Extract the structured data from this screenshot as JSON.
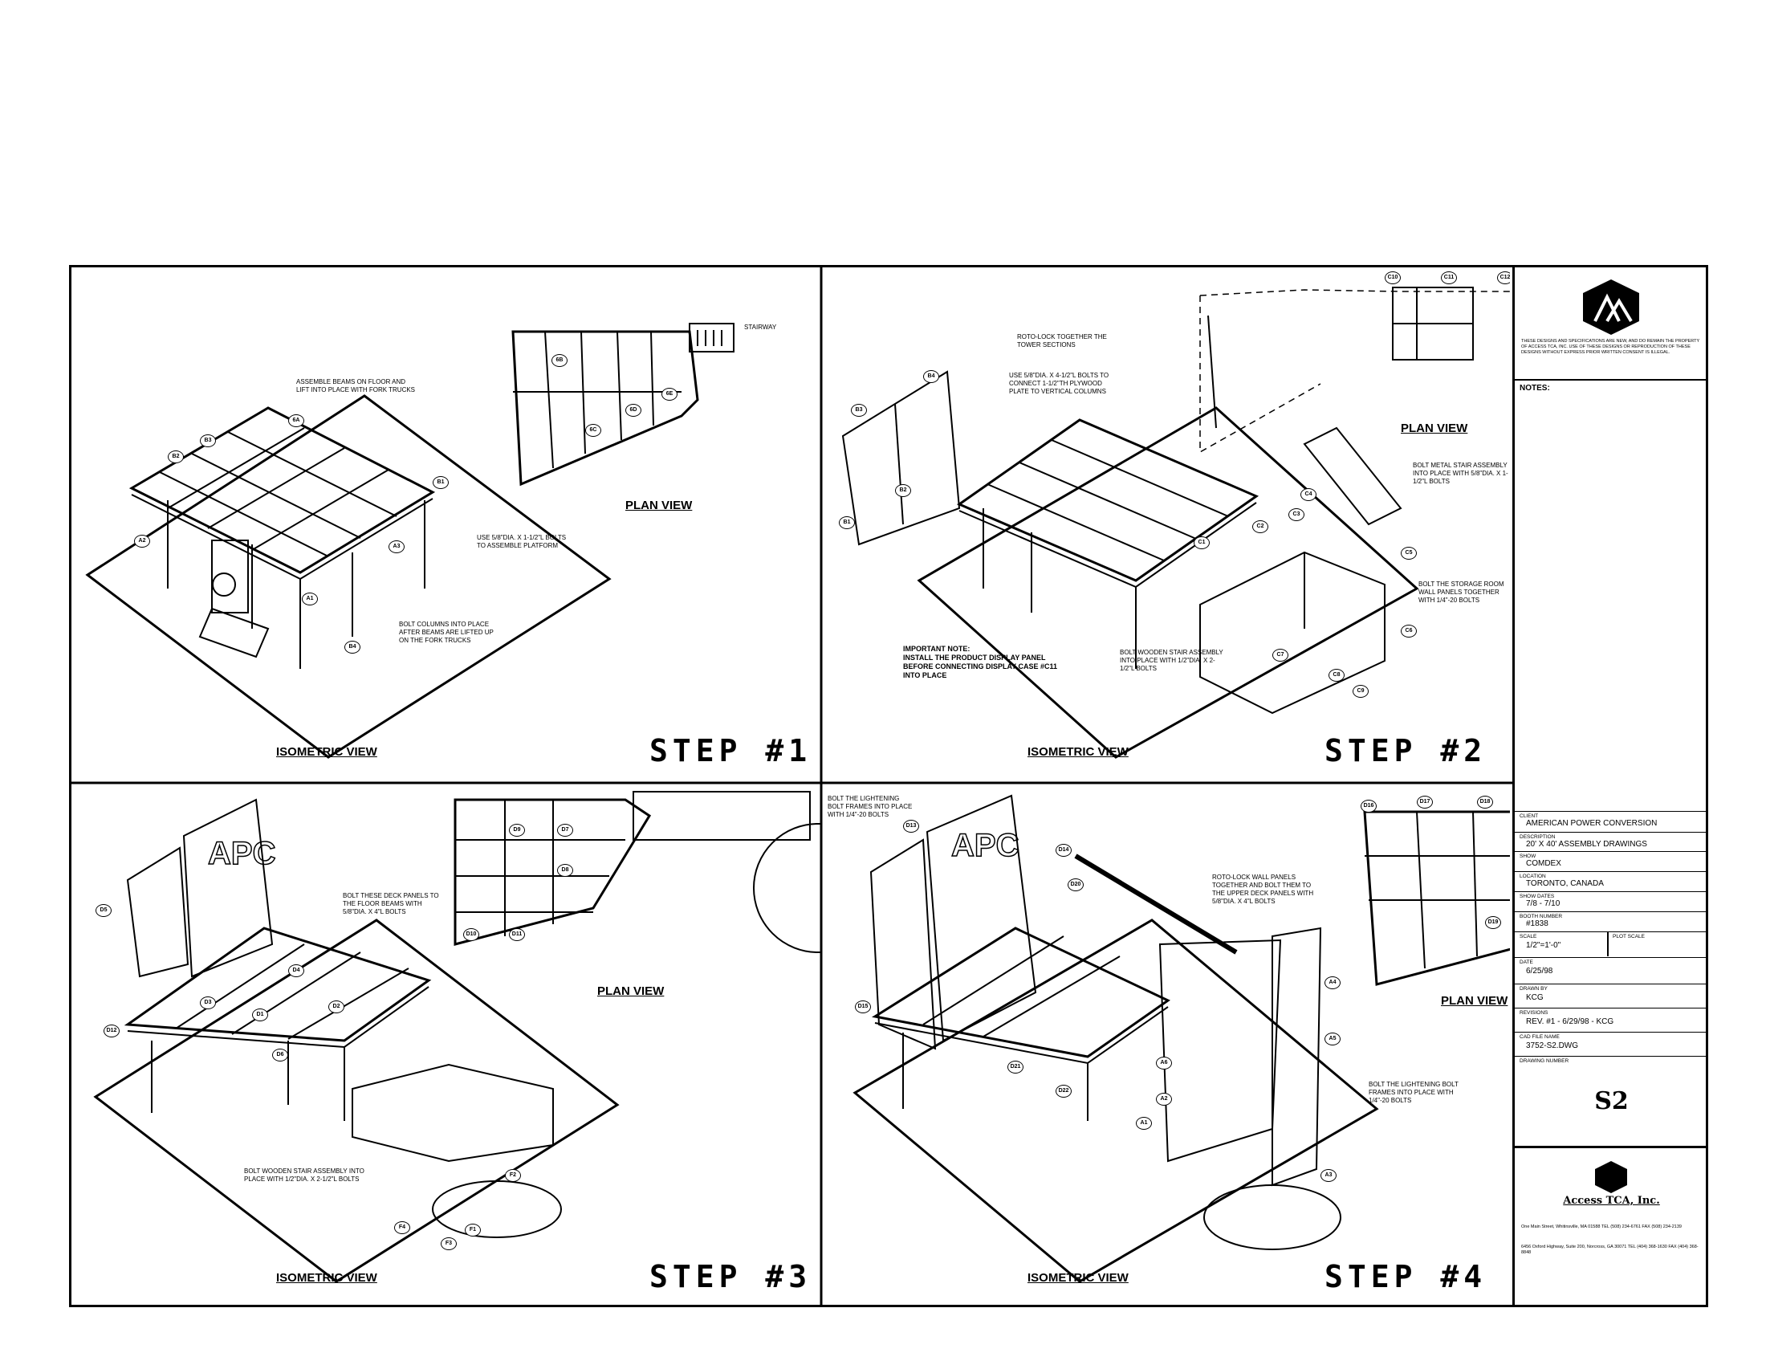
{
  "steps": [
    {
      "label": "STEP #1",
      "iso_label": "ISOMETRIC VIEW",
      "plan_label": "PLAN VIEW",
      "notes": [
        "ASSEMBLE BEAMS ON FLOOR AND LIFT INTO PLACE WITH FORK TRUCKS",
        "USE 5/8\"DIA. X 1-1/2\"L BOLTS TO ASSEMBLE PLATFORM",
        "BOLT COLUMNS INTO PLACE AFTER BEAMS ARE LIFTED UP ON THE FORK TRUCKS"
      ],
      "plan_extra": "STAIRWAY",
      "callouts": [
        "B2",
        "B3",
        "B1",
        "B4",
        "A2",
        "A1",
        "A3",
        "6A",
        "6B",
        "6C",
        "6D",
        "6E"
      ]
    },
    {
      "label": "STEP #2",
      "iso_label": "ISOMETRIC VIEW",
      "plan_label": "PLAN VIEW",
      "notes": [
        "ROTO-LOCK TOGETHER THE TOWER SECTIONS",
        "USE 5/8\"DIA. X 4-1/2\"L BOLTS TO CONNECT 1-1/2\"TH PLYWOOD PLATE TO VERTICAL COLUMNS",
        "BOLT METAL STAIR ASSEMBLY INTO PLACE WITH 5/8\"DIA. X 1-1/2\"L BOLTS",
        "BOLT THE STORAGE ROOM WALL PANELS TOGETHER WITH 1/4\"-20 BOLTS",
        "BOLT WOODEN STAIR ASSEMBLY INTO PLACE WITH 1/2\"DIA. X 2-1/2\"L BOLTS"
      ],
      "important_title": "IMPORTANT NOTE:",
      "important_text": "INSTALL THE PRODUCT DISPLAY PANEL BEFORE CONNECTING DISPLAY CASE #C11 INTO PLACE",
      "callouts": [
        "B1",
        "B2",
        "B3",
        "B4",
        "C1",
        "C2",
        "C3",
        "C4",
        "C5",
        "C6",
        "C7",
        "C8",
        "C9",
        "C10",
        "C11",
        "C12"
      ]
    },
    {
      "label": "STEP #3",
      "iso_label": "ISOMETRIC VIEW",
      "plan_label": "PLAN VIEW",
      "notes": [
        "BOLT THESE DECK PANELS TO THE FLOOR BEAMS WITH 5/8\"DIA. X 4\"L BOLTS",
        "BOLT WOODEN STAIR ASSEMBLY INTO PLACE WITH 1/2\"DIA. X 2-1/2\"L BOLTS"
      ],
      "logo": "APC",
      "callouts": [
        "D1",
        "D2",
        "D3",
        "D4",
        "D5",
        "D6",
        "D7",
        "D8",
        "D9",
        "D10",
        "D11",
        "D12",
        "F1",
        "F2",
        "F3",
        "F4"
      ]
    },
    {
      "label": "STEP #4",
      "iso_label": "ISOMETRIC VIEW",
      "plan_label": "PLAN VIEW",
      "notes": [
        "BOLT THE LIGHTENING BOLT FRAMES INTO PLACE WITH 1/4\"-20 BOLTS",
        "ROTO-LOCK WALL PANELS TOGETHER AND BOLT THEM TO THE UPPER DECK PANELS WITH 5/8\"DIA. X 4\"L BOLTS",
        "BOLT THE LIGHTENING BOLT FRAMES INTO PLACE WITH 1/4\"-20 BOLTS"
      ],
      "logo": "APC",
      "callouts": [
        "D13",
        "D14",
        "D15",
        "D16",
        "D17",
        "D18",
        "D19",
        "D20",
        "D21",
        "D22",
        "A1",
        "A2",
        "A3",
        "A4",
        "A5",
        "A6"
      ]
    }
  ],
  "title_block": {
    "logo_text": "THESE DESIGNS AND SPECIFICATIONS ARE NEW, AND DO REMAIN THE PROPERTY OF ACCESS TCA, INC. USE OF THESE DESIGNS OR REPRODUCTION OF THESE DESIGNS WITHOUT EXPRESS PRIOR WRITTEN CONSENT IS ILLEGAL.",
    "notes_label": "NOTES:",
    "fields": [
      {
        "label": "CLIENT",
        "value": "AMERICAN POWER CONVERSION"
      },
      {
        "label": "DESCRIPTION",
        "value": "20' X 40' ASSEMBLY DRAWINGS"
      },
      {
        "label": "SHOW",
        "value": "COMDEX"
      },
      {
        "label": "LOCATION",
        "value": "TORONTO, CANADA"
      },
      {
        "label": "SHOW DATES",
        "value": "7/8 - 7/10"
      },
      {
        "label": "BOOTH NUMBER",
        "value": "#1838"
      },
      {
        "label": "SCALE",
        "value": "1/2\"=1'-0\""
      },
      {
        "label": "DATE",
        "value": "6/25/98"
      },
      {
        "label": "DRAWN BY",
        "value": "KCG"
      },
      {
        "label": "REVISIONS",
        "value": "REV. #1 - 6/29/98 - KCG"
      },
      {
        "label": "CAD FILE NAME",
        "value": "3752-S2.DWG"
      }
    ],
    "plot_scale_label": "PLOT SCALE",
    "drawing_number_label": "DRAWING NUMBER",
    "drawing_number": "S2",
    "company": "Access TCA, Inc.",
    "address1": "One Main Street, Whitinsville, MA 01588  TEL (508) 234-6761  FAX (508) 234-2139",
    "address2": "6456 Oxford Highway, Suite 200, Norcross, GA 30071  TEL (404) 368-1630  FAX (404) 368-8848"
  }
}
